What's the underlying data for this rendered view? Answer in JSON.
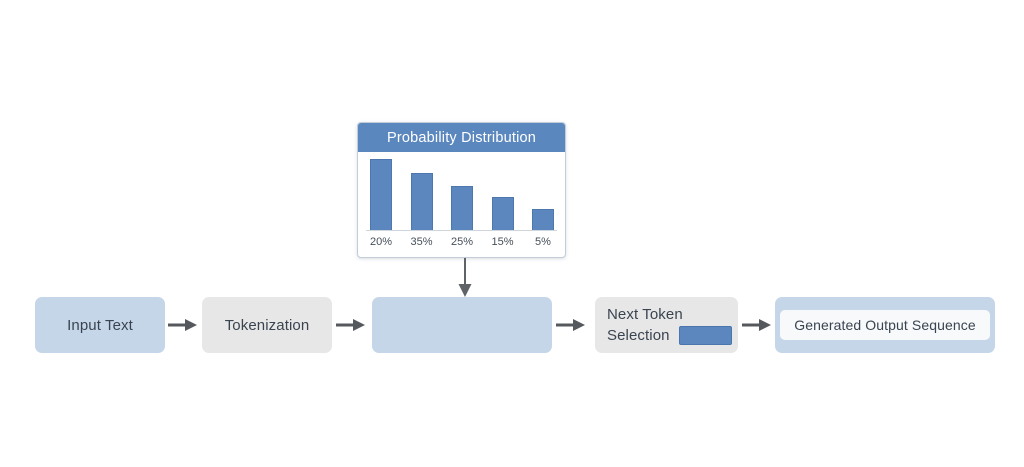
{
  "colors": {
    "background": "#ffffff",
    "stage_blue": "#c6d6e9",
    "stage_gray": "#e7e7e7",
    "bar_blue": "#5b86be",
    "header_blue": "#5b87bf",
    "arrow_gray": "#55585c",
    "text_dark": "#3a4450"
  },
  "pipeline": {
    "stages": [
      {
        "label": "Input Text"
      },
      {
        "label": "Tokenization"
      },
      {
        "label": ""
      },
      {
        "label_line1": "Next Token",
        "label_line2": "Selection"
      },
      {
        "label": "Generated Output Sequence"
      }
    ],
    "arrows": [
      {
        "name": "arrow-input-to-tokenization"
      },
      {
        "name": "arrow-tokenization-to-probability"
      },
      {
        "name": "arrow-probability-to-next-token"
      },
      {
        "name": "arrow-next-token-to-output"
      }
    ],
    "vertical_arrow": {
      "name": "arrow-chart-to-probability-stage"
    }
  },
  "chart_data": {
    "type": "bar",
    "title": "Probability Distribution",
    "categories": [
      "20%",
      "35%",
      "25%",
      "15%",
      "5%"
    ],
    "values": [
      100,
      80,
      62,
      46,
      30
    ],
    "tick_labels": [
      "20%",
      "35%",
      "25%",
      "15%",
      "5%"
    ],
    "xlabel": "",
    "ylabel": "",
    "ylim": [
      0,
      100
    ],
    "grid": false,
    "legend": "none",
    "bar_color": "#5b86be"
  }
}
